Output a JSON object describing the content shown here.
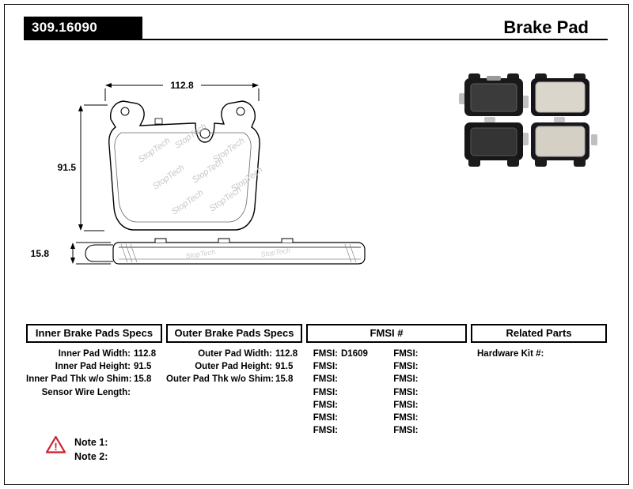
{
  "header": {
    "part_number": "309.16090",
    "title": "Brake Pad"
  },
  "drawing": {
    "dim_width": "112.8",
    "dim_height": "91.5",
    "dim_thickness": "15.8",
    "watermark": "StopTech"
  },
  "specs": {
    "inner": {
      "header": "Inner Brake Pads Specs",
      "rows": [
        {
          "label": "Inner Pad Width:",
          "value": "112.8"
        },
        {
          "label": "Inner Pad Height:",
          "value": "91.5"
        },
        {
          "label": "Inner Pad Thk w/o Shim:",
          "value": "15.8"
        },
        {
          "label": "Sensor Wire Length:",
          "value": ""
        }
      ]
    },
    "outer": {
      "header": "Outer Brake Pads Specs",
      "rows": [
        {
          "label": "Outer Pad Width:",
          "value": "112.8"
        },
        {
          "label": "Outer Pad Height:",
          "value": "91.5"
        },
        {
          "label": "Outer Pad Thk w/o Shim:",
          "value": "15.8"
        }
      ]
    },
    "fmsi": {
      "header": "FMSI #",
      "left": [
        {
          "label": "FMSI:",
          "value": "D1609"
        },
        {
          "label": "FMSI:",
          "value": ""
        },
        {
          "label": "FMSI:",
          "value": ""
        },
        {
          "label": "FMSI:",
          "value": ""
        },
        {
          "label": "FMSI:",
          "value": ""
        },
        {
          "label": "FMSI:",
          "value": ""
        },
        {
          "label": "FMSI:",
          "value": ""
        }
      ],
      "right": [
        {
          "label": "FMSI:",
          "value": ""
        },
        {
          "label": "FMSI:",
          "value": ""
        },
        {
          "label": "FMSI:",
          "value": ""
        },
        {
          "label": "FMSI:",
          "value": ""
        },
        {
          "label": "FMSI:",
          "value": ""
        },
        {
          "label": "FMSI:",
          "value": ""
        },
        {
          "label": "FMSI:",
          "value": ""
        }
      ]
    },
    "related": {
      "header": "Related Parts",
      "rows": [
        {
          "label": "Hardware Kit #:",
          "value": ""
        }
      ]
    }
  },
  "notes": {
    "icon": "warning-triangle",
    "icon_glyph": "!",
    "icon_color": "#cc1f2d",
    "items": [
      {
        "label": "Note 1:"
      },
      {
        "label": "Note 2:"
      }
    ]
  }
}
